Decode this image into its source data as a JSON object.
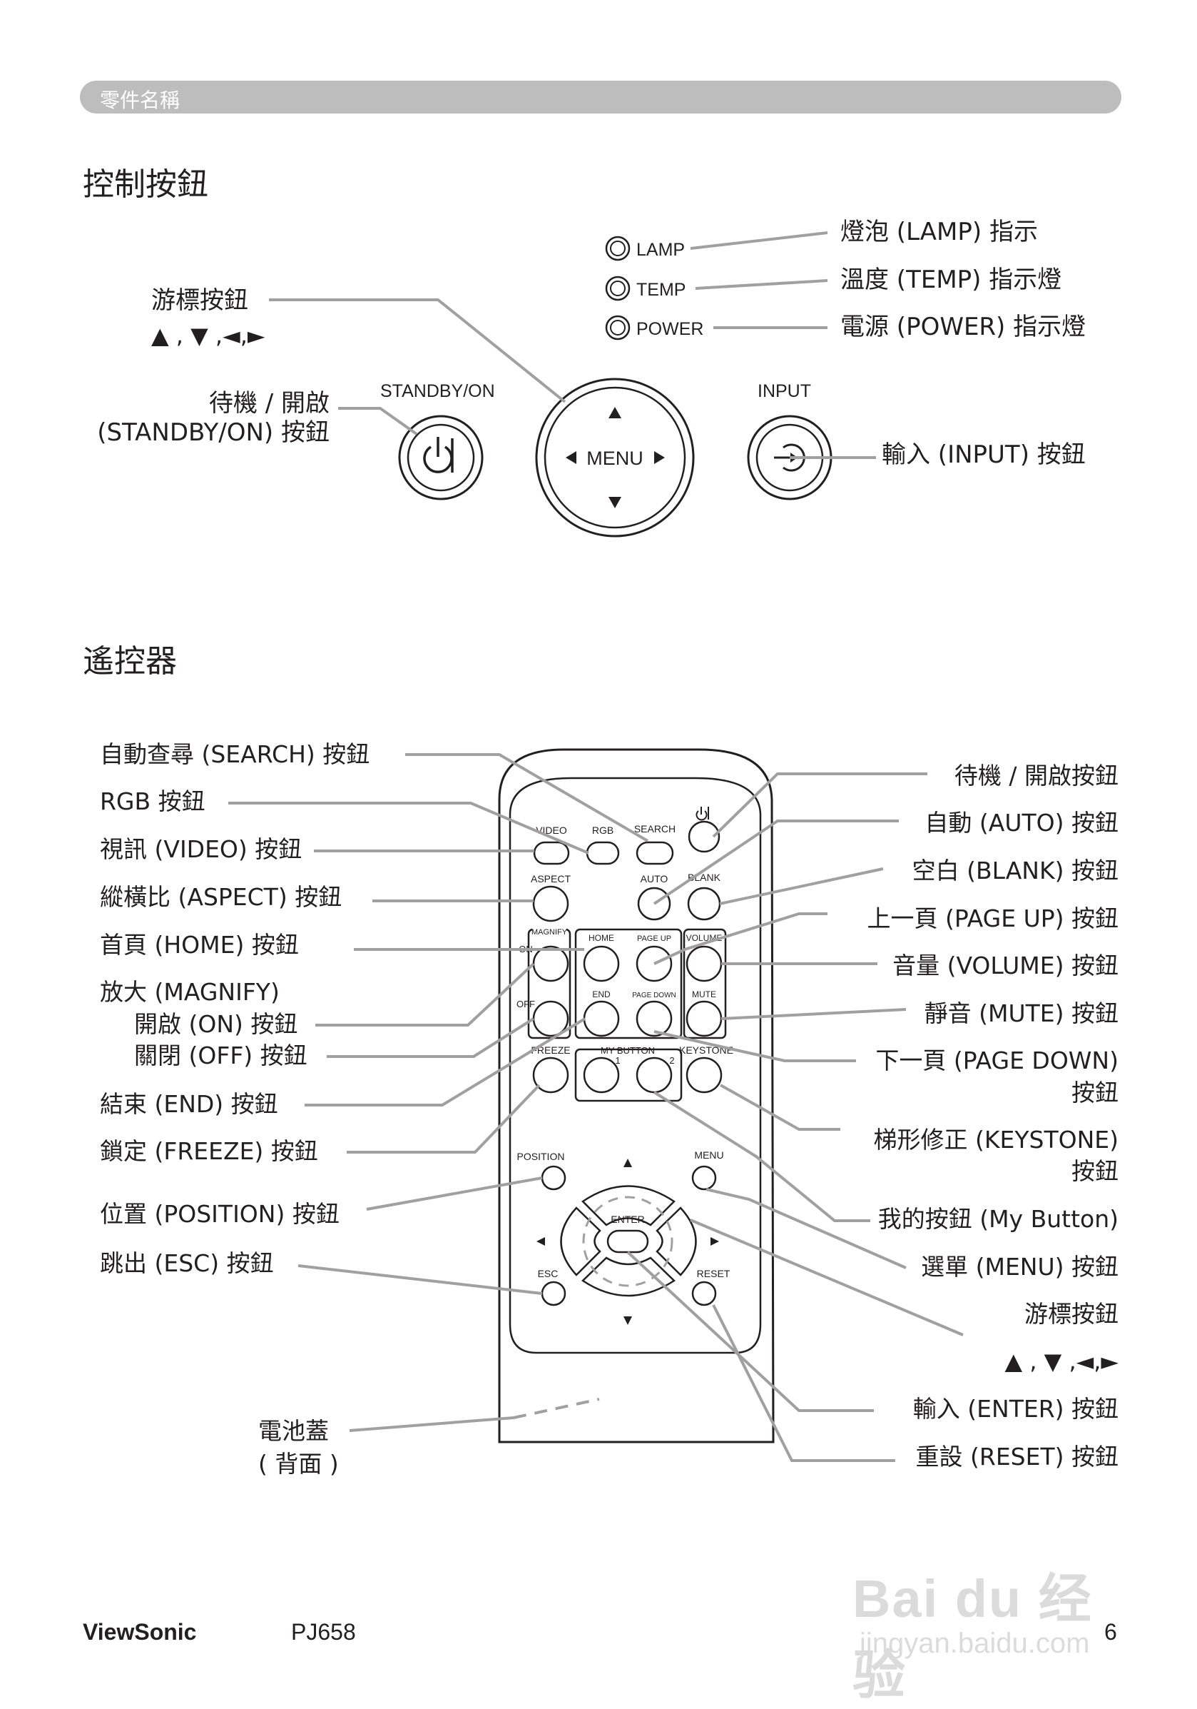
{
  "header": {
    "section_title": "零件名稱"
  },
  "control_panel": {
    "heading": "控制按鈕",
    "labels": {
      "lamp_indicator": "燈泡 (LAMP) 指示",
      "temp_indicator": "溫度 (TEMP) 指示燈",
      "power_indicator": "電源 (POWER) 指示燈",
      "cursor_buttons": "游標按鈕",
      "cursor_arrows": "▲ , ▼ ,◄,►",
      "standby_line1": "待機 / 開啟",
      "standby_line2": "(STANDBY/ON) 按鈕",
      "input_button": "輸入 (INPUT) 按鈕"
    },
    "panel_text": {
      "lamp": "LAMP",
      "temp": "TEMP",
      "power": "POWER",
      "standby_on": "STANDBY/ON",
      "input": "INPUT",
      "menu": "MENU"
    }
  },
  "remote": {
    "heading": "遙控器",
    "left_labels": {
      "search": "自動查尋 (SEARCH) 按鈕",
      "rgb": "RGB 按鈕",
      "video": "視訊 (VIDEO) 按鈕",
      "aspect": "縱橫比 (ASPECT) 按鈕",
      "home": "首頁 (HOME) 按鈕",
      "magnify": "放大 (MAGNIFY)",
      "magnify_on": "開啟 (ON) 按鈕",
      "magnify_off": "關閉 (OFF) 按鈕",
      "end": "結束 (END) 按鈕",
      "freeze": "鎖定 (FREEZE) 按鈕",
      "position": "位置 (POSITION) 按鈕",
      "esc": "跳出 (ESC) 按鈕",
      "battery_line1": "電池蓋",
      "battery_line2": "( 背面 )"
    },
    "right_labels": {
      "standby": "待機 / 開啟按鈕",
      "auto": "自動 (AUTO) 按鈕",
      "blank": "空白 (BLANK) 按鈕",
      "page_up": "上一頁 (PAGE UP) 按鈕",
      "volume": "音量 (VOLUME) 按鈕",
      "mute": "靜音 (MUTE) 按鈕",
      "page_down_line1": "下一頁 (PAGE DOWN)",
      "page_down_line2": "按鈕",
      "keystone_line1": "梯形修正 (KEYSTONE)",
      "keystone_line2": "按鈕",
      "my_button": "我的按鈕 (My Button)",
      "menu": "選單 (MENU) 按鈕",
      "cursor": "游標按鈕",
      "cursor_arrows": "▲ , ▼ ,◄,►",
      "enter": "輸入 (ENTER) 按鈕",
      "reset": "重設 (RESET) 按鈕"
    },
    "button_text": {
      "video": "VIDEO",
      "rgb": "RGB",
      "search": "SEARCH",
      "aspect": "ASPECT",
      "auto": "AUTO",
      "blank": "BLANK",
      "magnify": "MAGNIFY",
      "on": "ON",
      "off": "OFF",
      "home": "HOME",
      "page_up": "PAGE UP",
      "volume": "VOLUME",
      "end": "END",
      "page_down": "PAGE DOWN",
      "mute": "MUTE",
      "freeze": "FREEZE",
      "my_button": "MY BUTTON",
      "my_button_1": "1",
      "my_button_2": "2",
      "keystone": "KEYSTONE",
      "position": "POSITION",
      "menu": "MENU",
      "enter": "ENTER",
      "esc": "ESC",
      "reset": "RESET"
    }
  },
  "footer": {
    "brand": "ViewSonic",
    "model": "PJ658",
    "page_number": "6"
  },
  "watermark": {
    "line1": "Bai du 经验",
    "line2": "jingyan.baidu.com"
  }
}
